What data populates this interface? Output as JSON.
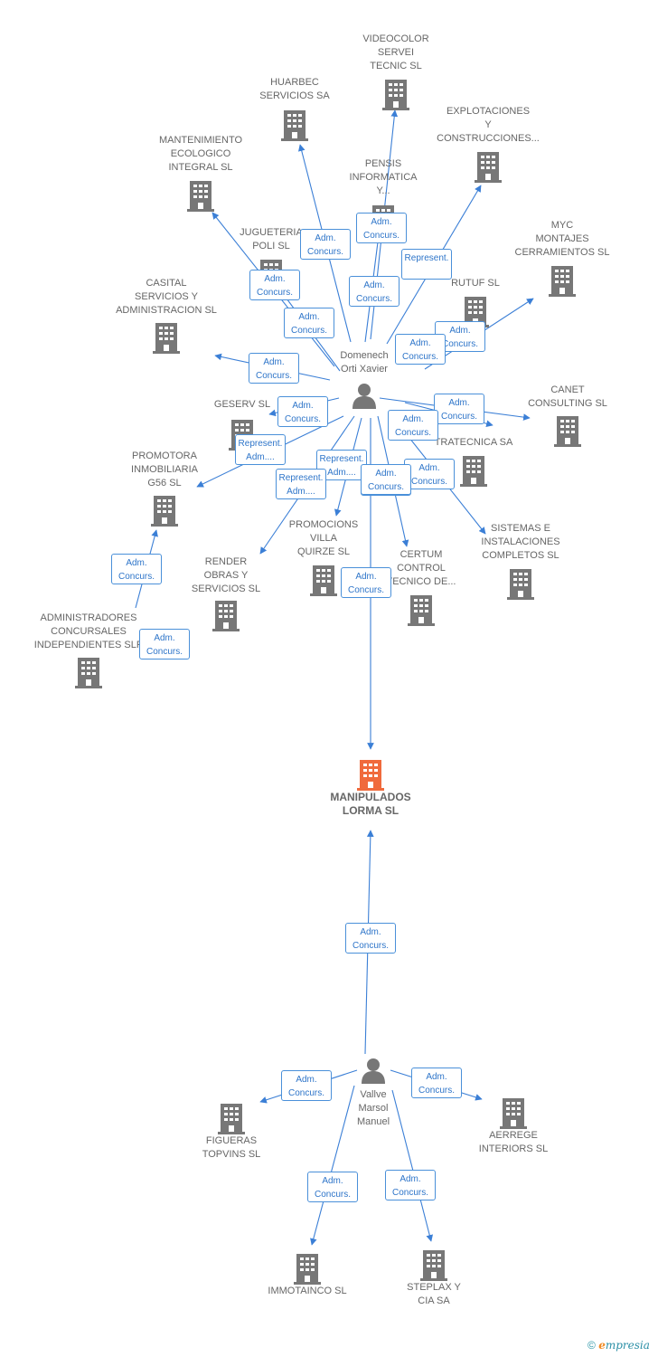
{
  "colors": {
    "company": "#777777",
    "main_company": "#f06a3c",
    "edge": "#3b7fd6",
    "badge_text": "#2e75c9"
  },
  "main_company": {
    "name": "MANIPULADOS\nLORMA SL"
  },
  "persons": [
    {
      "id": "domenech",
      "name": "Domenech\nOrti Xavier"
    },
    {
      "id": "vallve",
      "name": "Vallve\nMarsol\nManuel"
    }
  ],
  "companies": [
    {
      "id": "videocolor",
      "name": "VIDEOCOLOR\nSERVEI\nTECNIC SL"
    },
    {
      "id": "huarbec",
      "name": "HUARBEC\nSERVICIOS SA"
    },
    {
      "id": "explotaciones",
      "name": "EXPLOTACIONES\nY\nCONSTRUCCIONES..."
    },
    {
      "id": "mantenimiento",
      "name": "MANTENIMIENTO\nECOLOGICO\nINTEGRAL SL"
    },
    {
      "id": "pensis",
      "name": "PENSIS\nINFORMATICA\nY..."
    },
    {
      "id": "jugueteria",
      "name": "JUGUETERIA\nPOLI SL"
    },
    {
      "id": "myc",
      "name": "MYC\nMONTAJES\nCERRAMIENTOS SL"
    },
    {
      "id": "casital",
      "name": "CASITAL\nSERVICIOS Y\nADMINISTRACION SL"
    },
    {
      "id": "rutuf",
      "name": "RUTUF SL"
    },
    {
      "id": "canet",
      "name": "CANET\nCONSULTING SL"
    },
    {
      "id": "geserv",
      "name": "GESERV SL"
    },
    {
      "id": "tratecnica",
      "name": "TRATECNICA SA"
    },
    {
      "id": "promotora",
      "name": "PROMOTORA\nINMOBILIARIA\nG56 SL"
    },
    {
      "id": "sistemas",
      "name": "SISTEMAS E\nINSTALACIONES\nCOMPLETOS SL"
    },
    {
      "id": "promocions",
      "name": "PROMOCIONS\nVILLA\nQUIRZE SL"
    },
    {
      "id": "render",
      "name": "RENDER\nOBRAS Y\nSERVICIOS  SL"
    },
    {
      "id": "certum",
      "name": "CERTUM\nCONTROL\nTECNICO DE..."
    },
    {
      "id": "administradores",
      "name": "ADMINISTRADORES\nCONCURSALES\nINDEPENDIENTES SLP"
    },
    {
      "id": "figueras",
      "name": "FIGUERAS\nTOPVINS SL"
    },
    {
      "id": "aerrege",
      "name": "AERREGE\nINTERIORS SL"
    },
    {
      "id": "immotainco",
      "name": "IMMOTAINCO SL"
    },
    {
      "id": "steplax",
      "name": "STEPLAX Y\nCIA SA"
    }
  ],
  "badges": [
    "Adm.\nConcurs.",
    "Adm.\nConcurs.",
    "Represent.",
    "Adm.\nConcurs.",
    "Adm.\nConcurs.",
    "Adm.\nConcurs.",
    "Adm.\nConcurs.",
    "Adm.\nConcurs.",
    "Adm.\nConcurs.",
    "Adm.\nConcurs.",
    "Adm.\nConcurs.",
    "Represent.\nAdm....",
    "Adm.\nConcurs.",
    "Represent.\nAdm....",
    "Represent.\nAdm....",
    "Adm.\nConcurs.",
    "Adm.\nConcurs.",
    "Adm.\nConcurs.",
    "Adm.\nConcurs.",
    "Adm.\nConcurs.",
    "Adm.\nConcurs.",
    "Adm.\nConcurs.",
    "Adm.\nConcurs.",
    "Adm.\nConcurs.",
    "Adm.\nConcurs.",
    "Adm.\nConcurs."
  ],
  "footer": {
    "copyright": "©",
    "brand_initial": "e",
    "brand_rest": "mpresia"
  }
}
